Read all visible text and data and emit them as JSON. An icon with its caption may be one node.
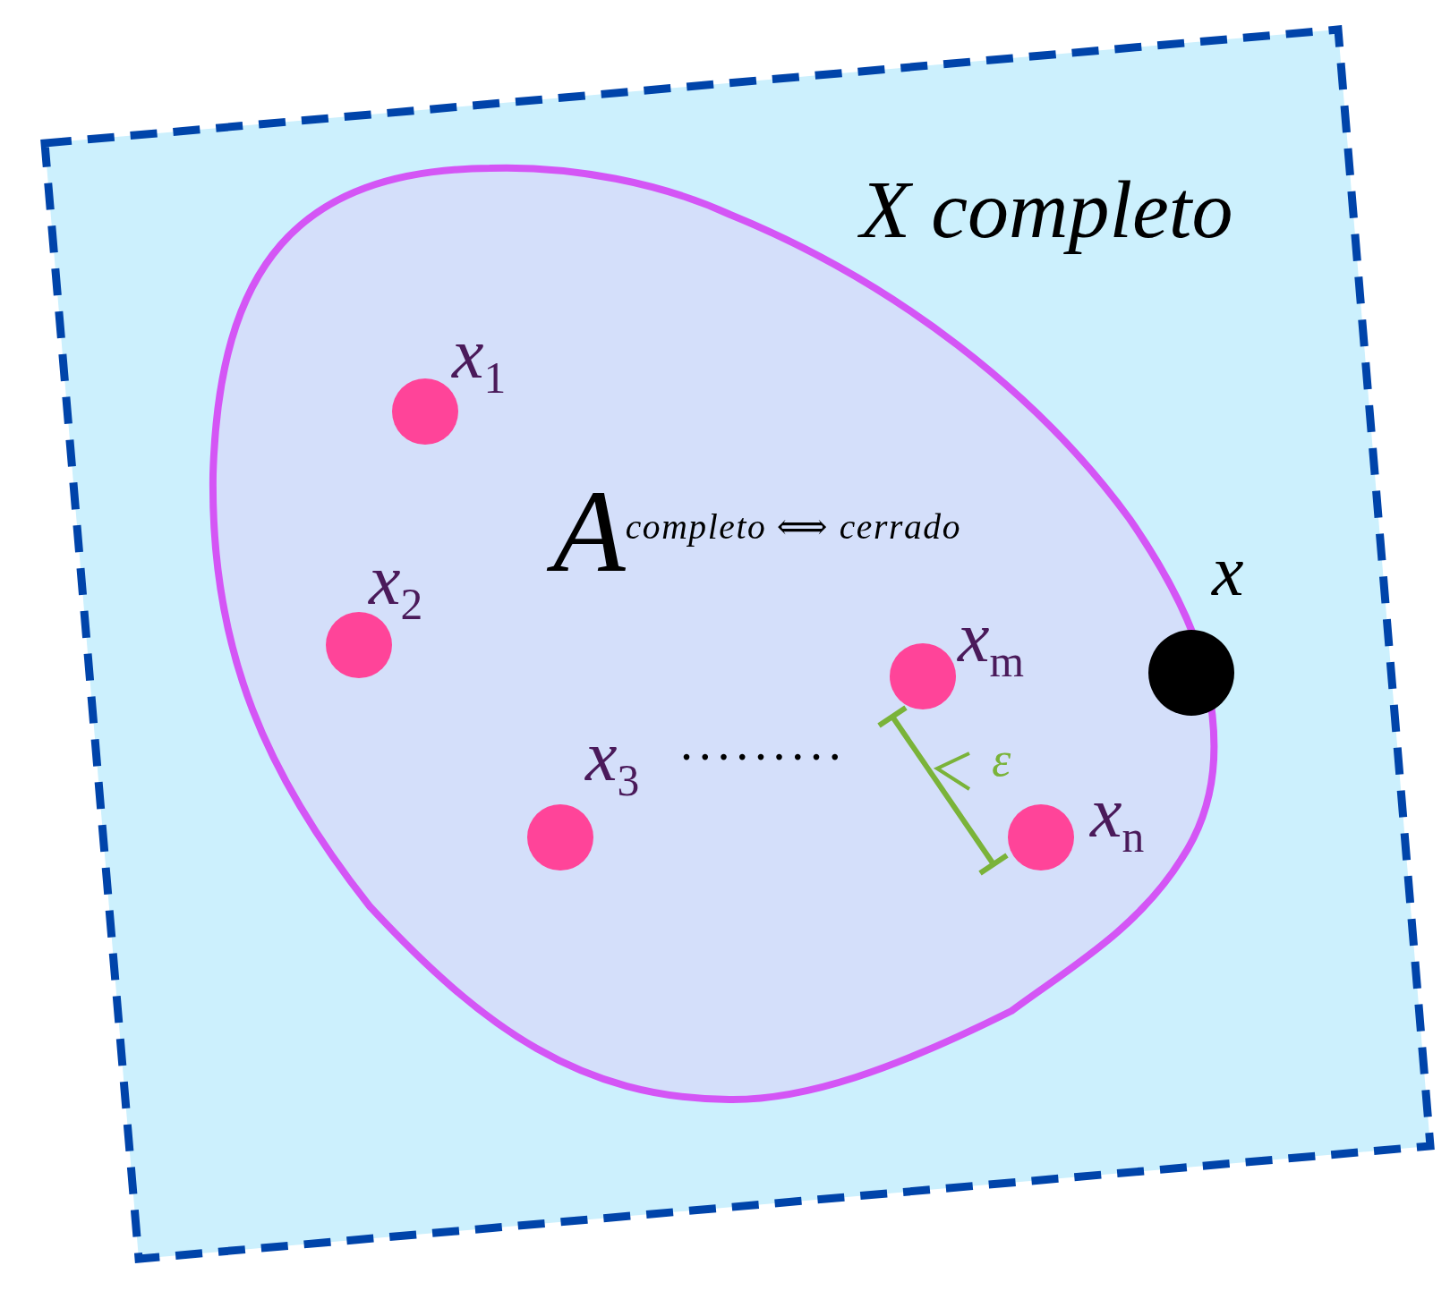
{
  "diagram": {
    "nodes": [
      {
        "text": [
          "X completo"
        ]
      },
      {
        "text": [
          "A$^{completo ⟺ cerrado}$"
        ],
        "in": 0
      },
      {
        "text": [],
        "shape": "circle",
        "beside": [
          "x$_{1}$"
        ],
        "in": 1
      },
      {
        "text": [],
        "shape": "circle",
        "beside": [
          "x$_{2}$"
        ],
        "in": 1
      },
      {
        "text": [],
        "shape": "circle",
        "beside": [
          "x$_{3}$"
        ],
        "in": 1
      },
      {
        "text": [],
        "shape": "circle",
        "beside": [
          "x$_{m}$"
        ],
        "in": 1
      },
      {
        "text": [],
        "shape": "circle",
        "beside": [
          "x$_{n}$"
        ],
        "in": 1
      },
      {
        "text": [],
        "shape": "circle",
        "beside": [
          "x"
        ],
        "in": 0
      }
    ],
    "labels": [
      ".........",
      "ε"
    ]
  }
}
